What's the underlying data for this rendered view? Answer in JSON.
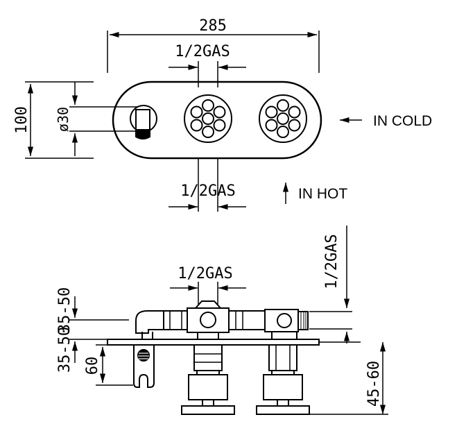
{
  "top_view": {
    "dim_width": "285",
    "dim_height": "100",
    "dim_diameter": "ø30",
    "thread_top": "1/2GAS",
    "thread_bottom": "1/2GAS",
    "inlet_cold": "IN COLD",
    "inlet_hot": "IN HOT"
  },
  "side_view": {
    "thread_top": "1/2GAS",
    "thread_vertical": "1/2GAS",
    "dim_left_upper": "35-50",
    "dim_left_lower": "35-50",
    "dim_left_small": "60",
    "dim_right": "45-60"
  }
}
